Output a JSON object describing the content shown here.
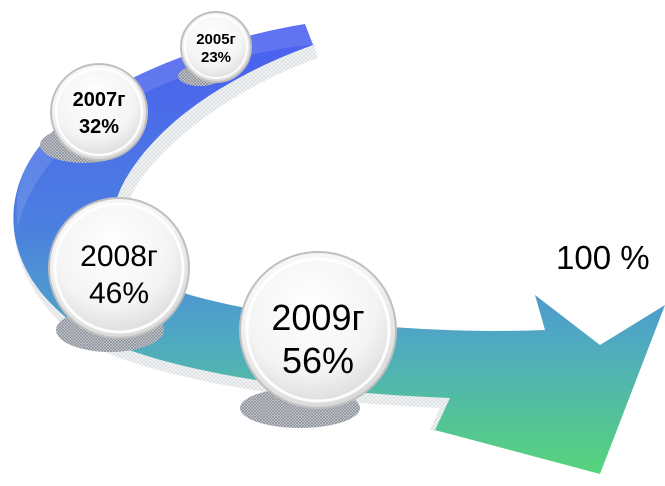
{
  "diagram": {
    "milestones": [
      {
        "year": "2005г",
        "value": "23%"
      },
      {
        "year": "2007г",
        "value": "32%"
      },
      {
        "year": "2008г",
        "value": "46%"
      },
      {
        "year": "2009г",
        "value": "56%"
      }
    ],
    "target_label": "100 %",
    "colors": {
      "arrow_top": "#4b62ee",
      "arrow_mid": "#4f9fc6",
      "arrow_bottom": "#55d07d",
      "circle_fill": "#f2f2f2",
      "circle_rim": "#bdbdbd",
      "shadow": "#9aa0a6"
    }
  }
}
